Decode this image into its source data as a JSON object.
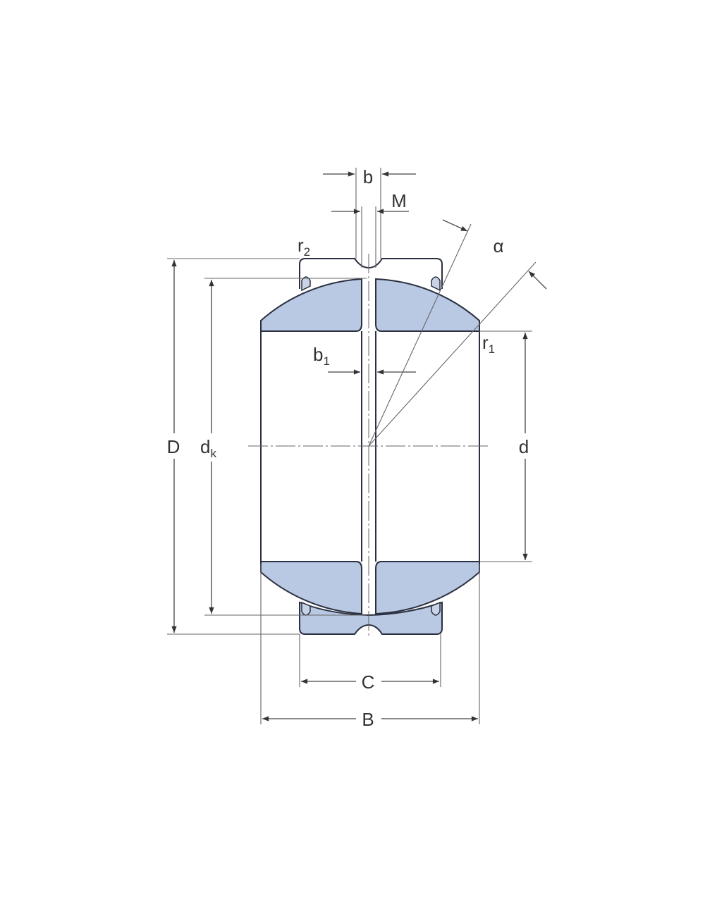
{
  "colors": {
    "fill": "#b9c8e3",
    "outline": "#2a3040"
  },
  "labels": {
    "b": "b",
    "M": "M",
    "r2": {
      "base": "r",
      "sub": "2"
    },
    "alpha": "α",
    "r1": {
      "base": "r",
      "sub": "1"
    },
    "b1": {
      "base": "b",
      "sub": "1"
    },
    "D": "D",
    "dk": {
      "base": "d",
      "sub": "k"
    },
    "d": "d",
    "C": "C",
    "B": "B"
  }
}
